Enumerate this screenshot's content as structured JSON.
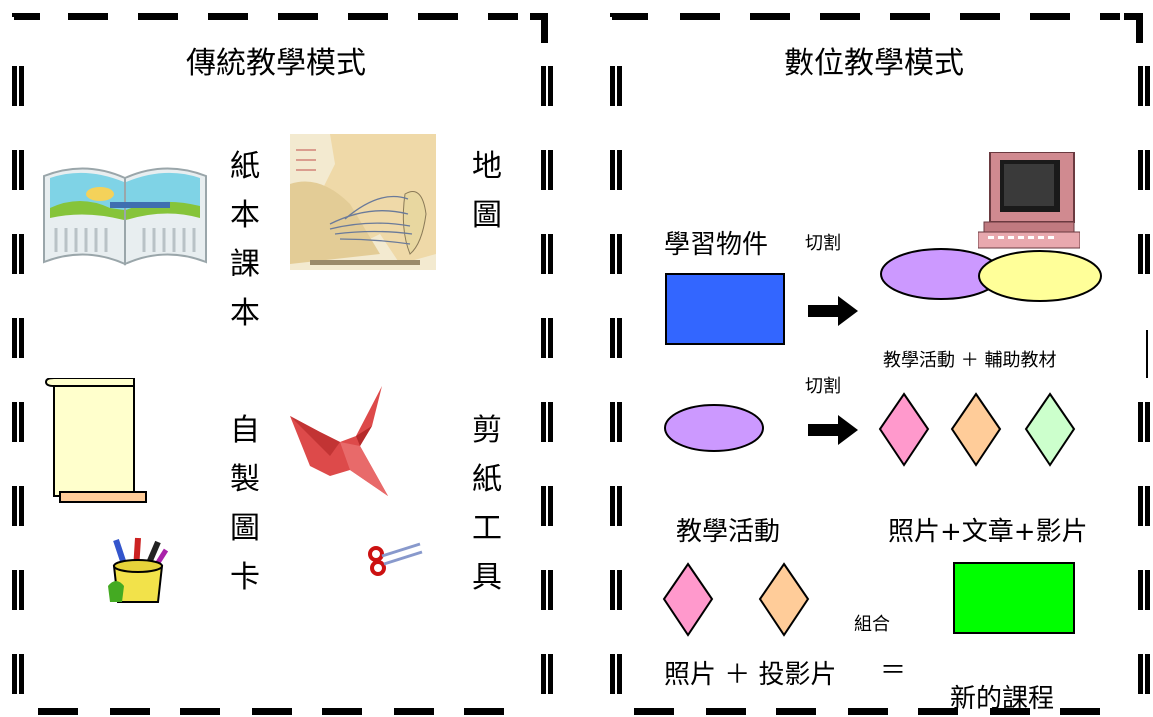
{
  "left_panel": {
    "title": "傳統教學模式",
    "items": [
      {
        "chars": [
          "紙",
          "本",
          "課",
          "本"
        ],
        "icon": "open-book-icon"
      },
      {
        "chars": [
          "地",
          "圖"
        ],
        "icon": "map-icon"
      },
      {
        "chars": [
          "自",
          "製",
          "圖",
          "卡"
        ],
        "icon": "paper-scroll-icon"
      },
      {
        "chars": [
          "剪",
          "紙",
          "工",
          "具"
        ],
        "icon": "paper-crane-icon"
      }
    ],
    "extra_icons": [
      "pencil-cup-icon",
      "scissors-icon"
    ]
  },
  "right_panel": {
    "title": "數位教學模式",
    "learning_object": "學習物件",
    "cut_1": "切割",
    "teaching_plus_aids": "教學活動 ＋ 輔助教材",
    "cut_2": "切割",
    "teaching_activity": "教學活動",
    "photo_text_video": "照片+文章+影片",
    "combine": "組合",
    "photo_plus_slides": "照片 ＋ 投影片",
    "equals": "＝",
    "new_course": "新的課程"
  },
  "colors": {
    "blue_rect": "#3366ff",
    "purple_ellipse": "#cc99ff",
    "yellow_ellipse": "#ffff99",
    "pink_diamond": "#ff99cc",
    "peach_diamond": "#ffcc99",
    "green_diamond": "#ccffcc",
    "green_rect": "#00ff00"
  }
}
